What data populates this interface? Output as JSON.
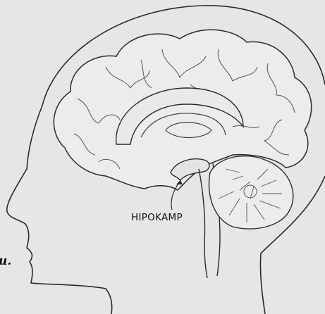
{
  "diagram": {
    "label": "HIPOKAMP",
    "edge_text_fragment": "u.",
    "colors": {
      "background": "#e6e6e6",
      "outline": "#2a2a2a",
      "fold_lines": "#555555",
      "label_text": "#111111"
    },
    "parts": [
      "head-profile",
      "cerebrum",
      "corpus-callosum",
      "hippocampus",
      "cerebellum",
      "brain-stem"
    ]
  }
}
